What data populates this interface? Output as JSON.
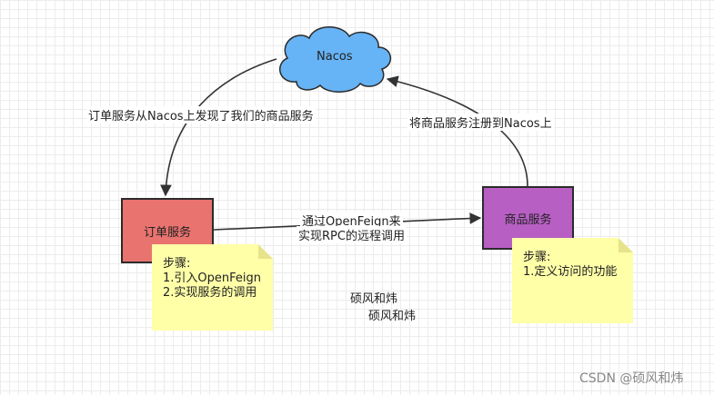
{
  "nodes": {
    "nacos": "Nacos",
    "order_service": "订单服务",
    "product_service": "商品服务"
  },
  "edges": {
    "discover_label": "订单服务从Nacos上发现了我们的商品服务",
    "register_label": "将商品服务注册到Nacos上",
    "call_label_line1": "通过OpenFeign来",
    "call_label_line2": "实现RPC的远程调用"
  },
  "notes": {
    "order": {
      "title": "步骤:",
      "line1": "1.引入OpenFeign",
      "line2": "2.实现服务的调用"
    },
    "product": {
      "title": "步骤:",
      "line1": "1.定义访问的功能"
    }
  },
  "author_text_1": "硕风和炜",
  "author_text_2": "硕风和炜",
  "watermark": "CSDN @硕风和炜",
  "colors": {
    "nacos_fill": "#66b3f5",
    "order_fill": "#e8736f",
    "product_fill": "#b85fc4",
    "note_fill": "#ffffa8",
    "edge": "#333333"
  }
}
